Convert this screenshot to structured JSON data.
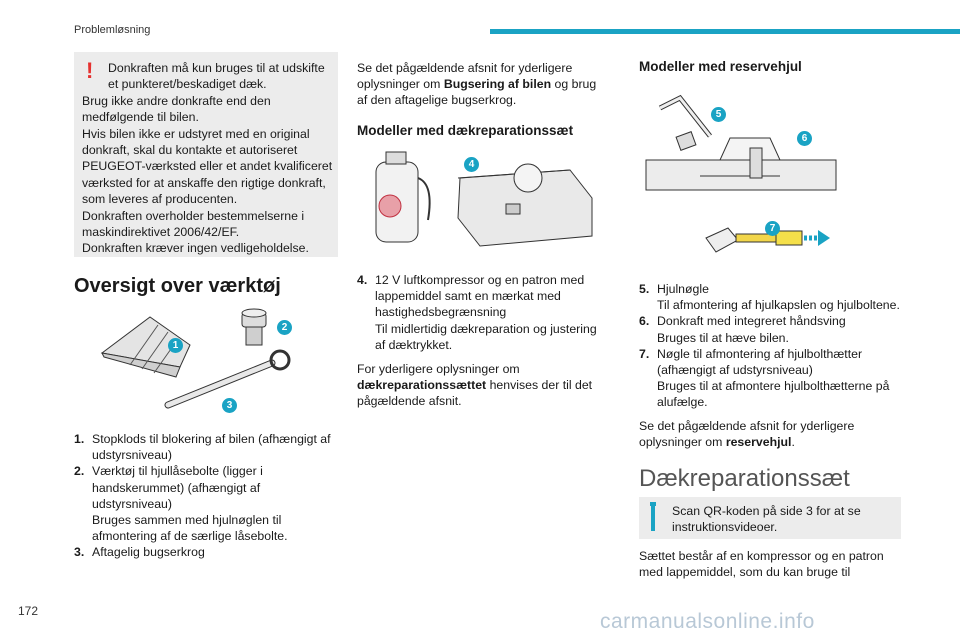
{
  "header": {
    "title": "Problemløsning",
    "page_number": "172"
  },
  "watermark": "carmanualsonline.info",
  "warning": {
    "icon": "exclamation-icon",
    "first": "Donkraften må kun bruges til at udskifte et punkteret/beskadiget dæk.",
    "lines": [
      "Brug ikke andre donkrafte end den medfølgende til bilen.",
      "Hvis bilen ikke er udstyret med en original donkraft, skal du kontakte et autoriseret PEUGEOT-værksted eller et andet kvalificeret værksted for at anskaffe den rigtige donkraft, som leveres af producenten.",
      "Donkraften overholder bestemmelserne i maskindirektivet 2006/42/EF.",
      "Donkraften kræver ingen vedligeholdelse."
    ]
  },
  "section_tools": {
    "title": "Oversigt over værktøj",
    "badges": [
      "1",
      "2",
      "3"
    ],
    "items": [
      {
        "num": "1.",
        "lines": [
          "Stopklods til blokering af bilen (afhængigt af udstyrsniveau)"
        ]
      },
      {
        "num": "2.",
        "lines": [
          "Værktøj til hjullåsebolte (ligger i handskerummet) (afhængigt af udstyrsniveau)",
          "Bruges sammen med hjulnøglen til afmontering af de særlige låsebolte."
        ]
      },
      {
        "num": "3.",
        "lines": [
          "Aftagelig bugserkrog"
        ]
      }
    ]
  },
  "col2": {
    "intro_pre": "Se det pågældende afsnit for yderligere oplysninger om ",
    "intro_bold": "Bugsering af bilen",
    "intro_post": " og brug af den aftagelige bugserkrog.",
    "subtitle": "Modeller med dækreparationssæt",
    "badge": "4",
    "item": {
      "num": "4.",
      "lines": [
        "12 V luftkompressor og en patron med lappemiddel samt en mærkat med hastighedsbegrænsning",
        "Til midlertidig dækreparation og justering af dæktrykket."
      ]
    },
    "outro_pre": "For yderligere oplysninger om ",
    "outro_bold": "dækreparationssættet",
    "outro_post": " henvises der til det pågældende afsnit."
  },
  "col3": {
    "subtitle": "Modeller med reservehjul",
    "badges": [
      "5",
      "6",
      "7"
    ],
    "items": [
      {
        "num": "5.",
        "lines": [
          "Hjulnøgle",
          "Til afmontering af hjulkapslen og hjulboltene."
        ]
      },
      {
        "num": "6.",
        "lines": [
          "Donkraft med integreret håndsving",
          "Bruges til at hæve bilen."
        ]
      },
      {
        "num": "7.",
        "lines": [
          "Nøgle til afmontering af hjulbolthætter (afhængigt af udstyrsniveau)",
          "Bruges til at afmontere hjulbolthætterne på alufælge."
        ]
      }
    ],
    "outro_pre": "Se det pågældende afsnit for yderligere oplysninger om ",
    "outro_bold": "reservehjul",
    "outro_post": ".",
    "section_title": "Dækreparationssæt",
    "info": {
      "icon": "info-icon",
      "text": "Scan QR-koden på side 3 for at se instruktionsvideoer."
    },
    "last": "Sættet består af en kompressor og en patron med lappemiddel, som du kan bruge til"
  },
  "colors": {
    "accent": "#1aa3c4",
    "warning": "#e5312f",
    "box": "#ececec"
  }
}
